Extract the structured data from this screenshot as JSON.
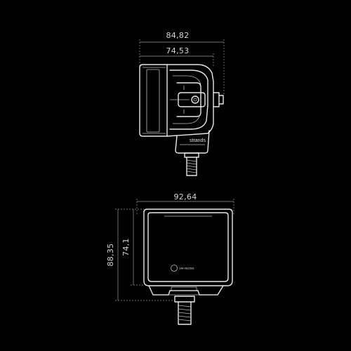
{
  "side_view": {
    "overall_width": "84,82",
    "body_width": "74,53",
    "brand": "strands"
  },
  "front_view": {
    "width": "92,64",
    "overall_height": "88,35",
    "lens_height": "74,1",
    "certification_code": "10R-0622691"
  }
}
